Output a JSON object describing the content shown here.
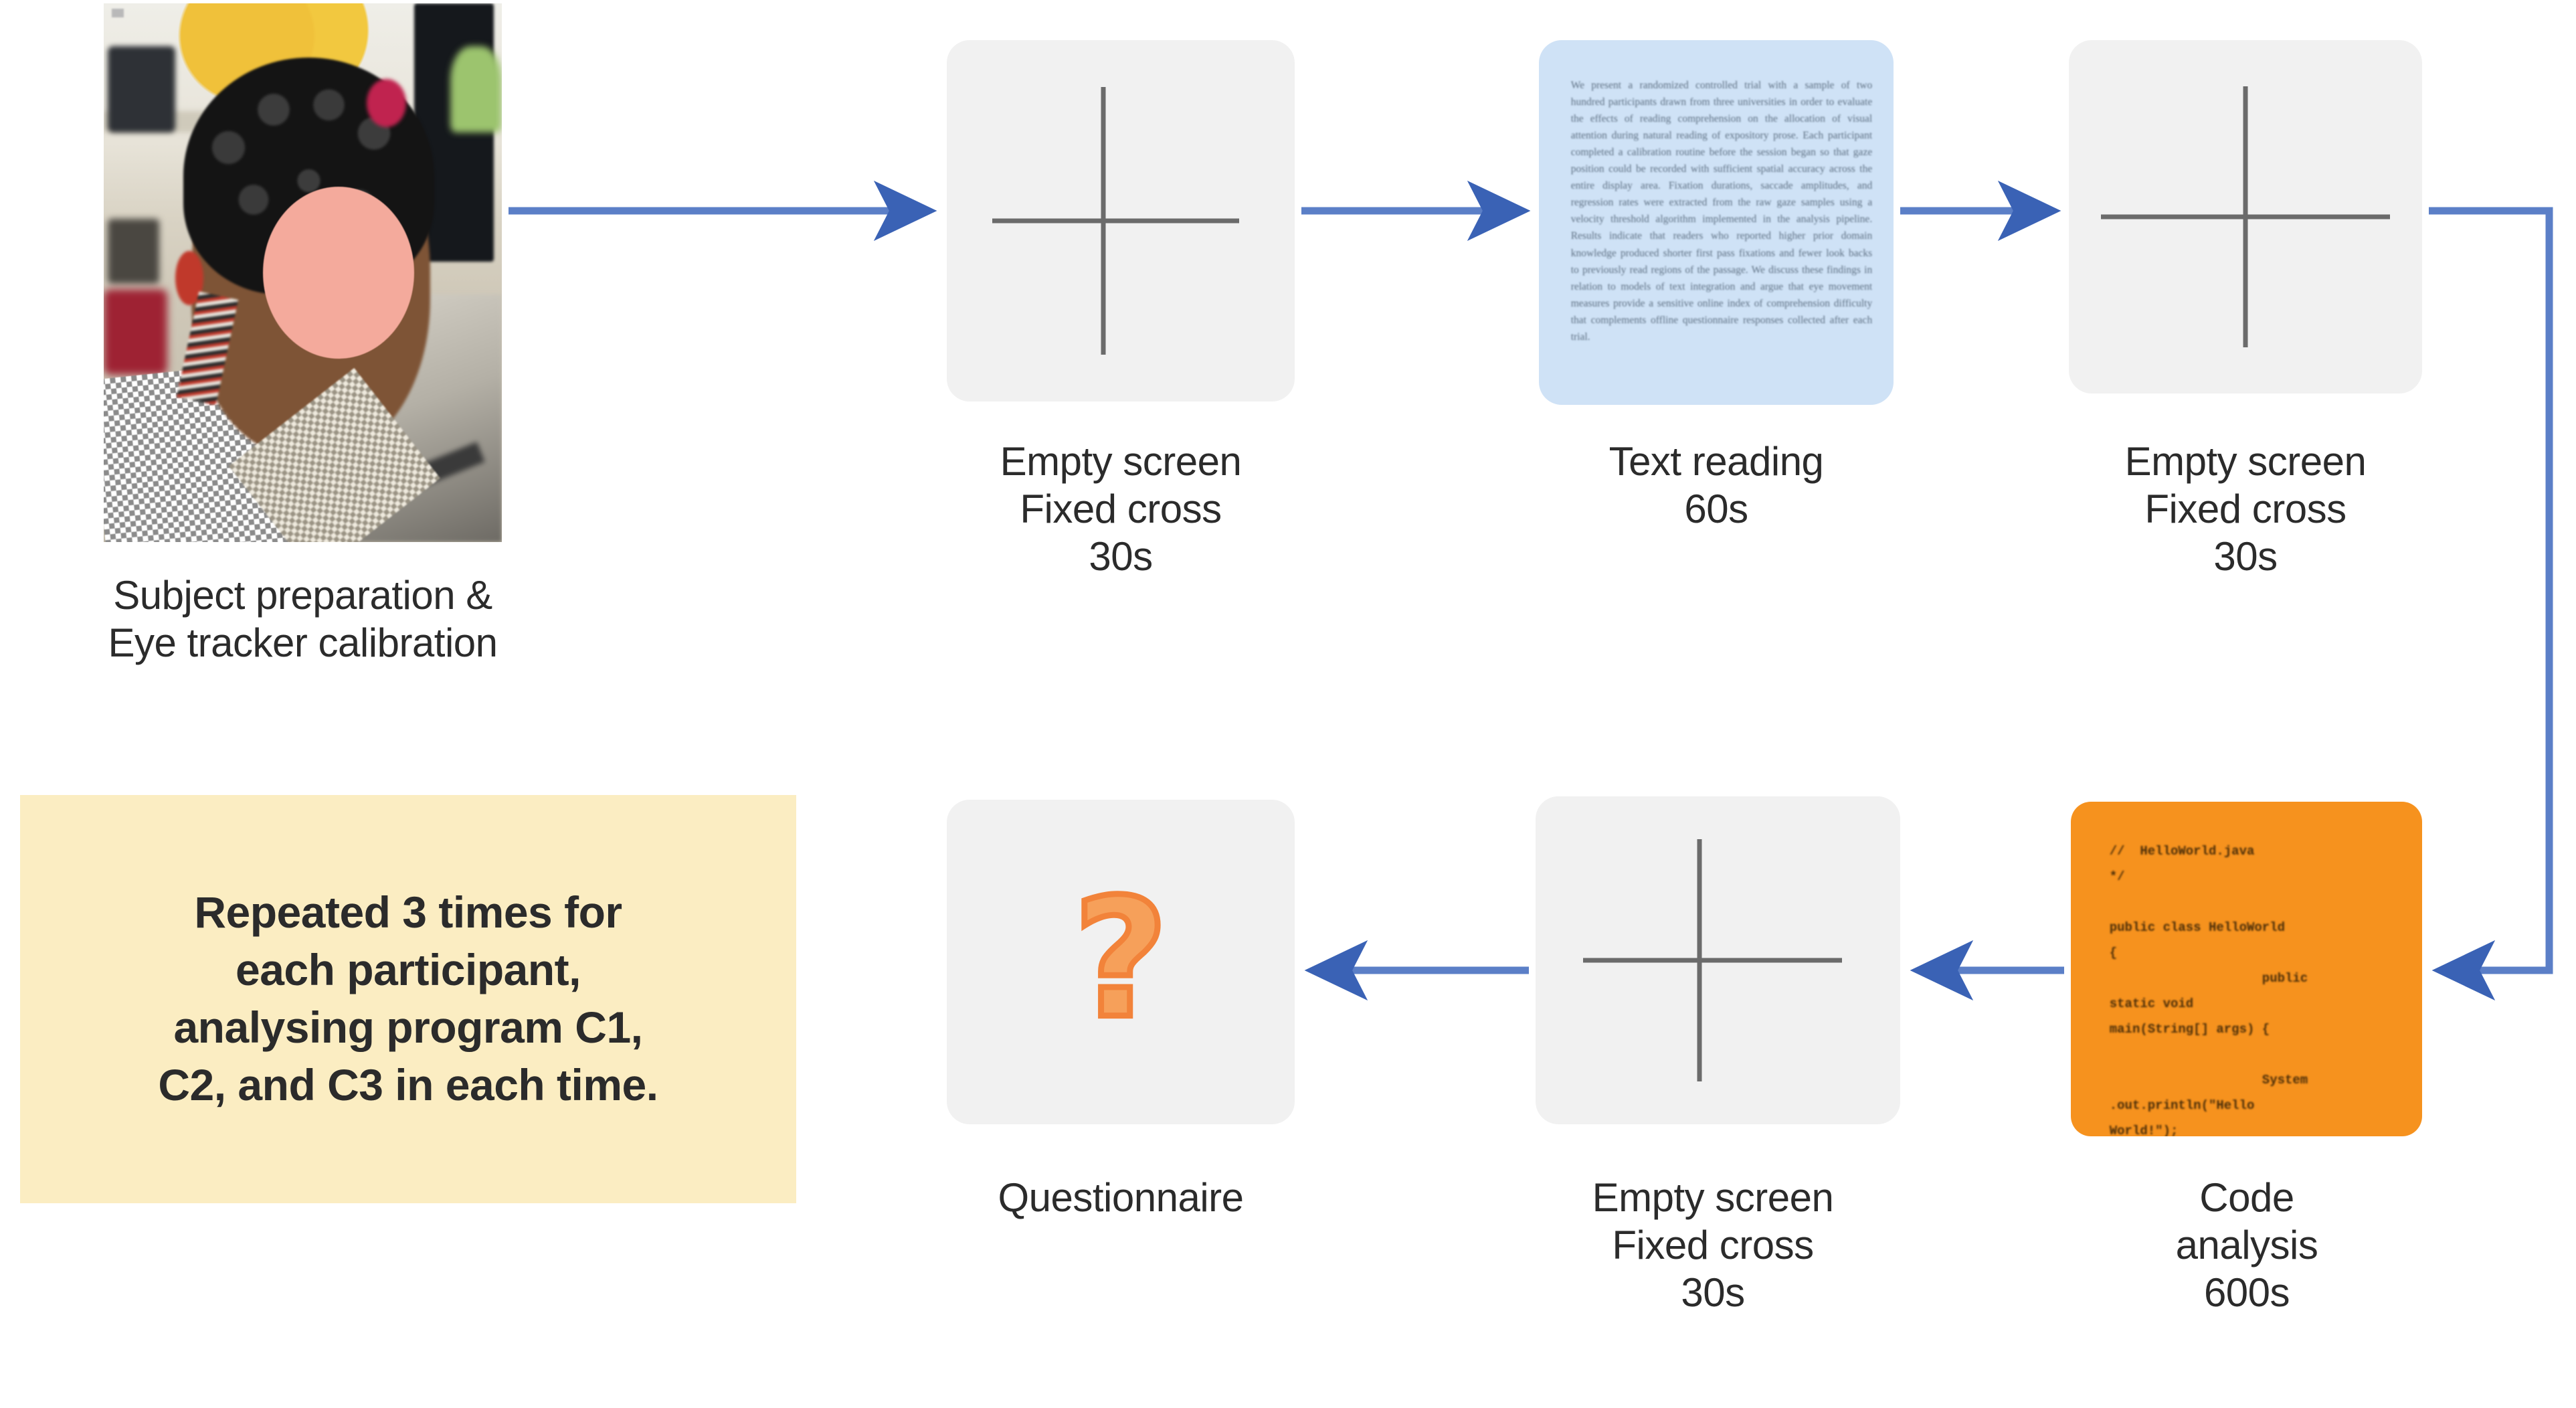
{
  "diagram": {
    "title": "Experimental procedure flow",
    "accent_blue": "#4472C4",
    "card_gray": "#f1f1f1",
    "card_blue": "#cfe2f6",
    "card_orange": "#f6921e",
    "note_yellow": "#fbedc2",
    "face_mask_pink": "#f4aa9c",
    "cross_gray": "#6b6b6b",
    "question_orange": "#f2833a"
  },
  "steps": {
    "subject": {
      "caption_lines": [
        "Subject preparation &",
        "Eye tracker calibration"
      ],
      "photo_alt": "participant wearing EEG cap seated at eye tracker"
    },
    "empty_screen_1": {
      "caption_lines": [
        "Empty screen",
        "Fixed cross",
        "30s"
      ],
      "name": "Empty screen",
      "detail": "Fixed cross",
      "duration": "30s"
    },
    "text_reading": {
      "caption_lines": [
        "Text reading",
        "60s"
      ],
      "name": "Text reading",
      "duration": "60s",
      "body": "We present a randomized controlled trial with a sample of two hundred participants drawn from three universities in order to evaluate the effects of reading comprehension on the allocation of visual attention during natural reading of expository prose. Each participant completed a calibration routine before the session began so that gaze position could be recorded with sufficient spatial accuracy across the entire display area. Fixation durations, saccade amplitudes, and regression rates were extracted from the raw gaze samples using a velocity threshold algorithm implemented in the analysis pipeline. Results indicate that readers who reported higher prior domain knowledge produced shorter first pass fixations and fewer look backs to previously read regions of the passage. We discuss these findings in relation to models of text integration and argue that eye movement measures provide a sensitive online index of comprehension difficulty that complements offline questionnaire responses collected after each trial."
    },
    "empty_screen_2": {
      "caption_lines": [
        "Empty screen",
        "Fixed cross",
        "30s"
      ],
      "name": "Empty screen",
      "detail": "Fixed cross",
      "duration": "30s"
    },
    "code_analysis": {
      "caption_lines": [
        "Code",
        "analysis",
        "600s"
      ],
      "name": "Code analysis",
      "duration": "600s",
      "code": "//  HelloWorld.java\n*/\n\npublic class HelloWorld\n{\n                    public\nstatic void\nmain(String[] args) {\n\n                    System\n.out.println(\"Hello\nWorld!\");"
    },
    "empty_screen_3": {
      "caption_lines": [
        "Empty screen",
        "Fixed cross",
        "30s"
      ],
      "name": "Empty screen",
      "detail": "Fixed cross",
      "duration": "30s"
    },
    "questionnaire": {
      "caption_lines": [
        "Questionnaire"
      ],
      "name": "Questionnaire",
      "icon": "question-mark-icon",
      "icon_glyph": "?"
    }
  },
  "repeat_note": {
    "lines": [
      "Repeated 3 times for",
      "each participant,",
      "analysing program C1,",
      "C2, and C3 in each time."
    ]
  }
}
